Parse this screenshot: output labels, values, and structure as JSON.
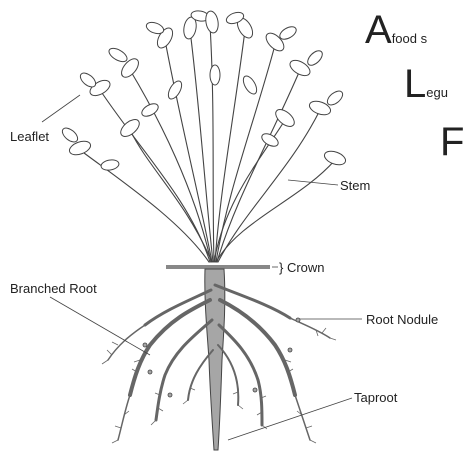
{
  "header_text": {
    "line1_initial": "A",
    "line1_rest": "food s",
    "line2_initial": "L",
    "line2_rest": "egu",
    "line3_initial": "F"
  },
  "labels": {
    "leaflet": "Leaflet",
    "stem": "Stem",
    "crown": "} Crown",
    "branched_root": "Branched Root",
    "root_nodule": "Root Nodule",
    "taproot": "Taproot"
  },
  "colors": {
    "line": "#444444",
    "root_fill": "#a6a6a6",
    "crown_bar": "#888888"
  }
}
